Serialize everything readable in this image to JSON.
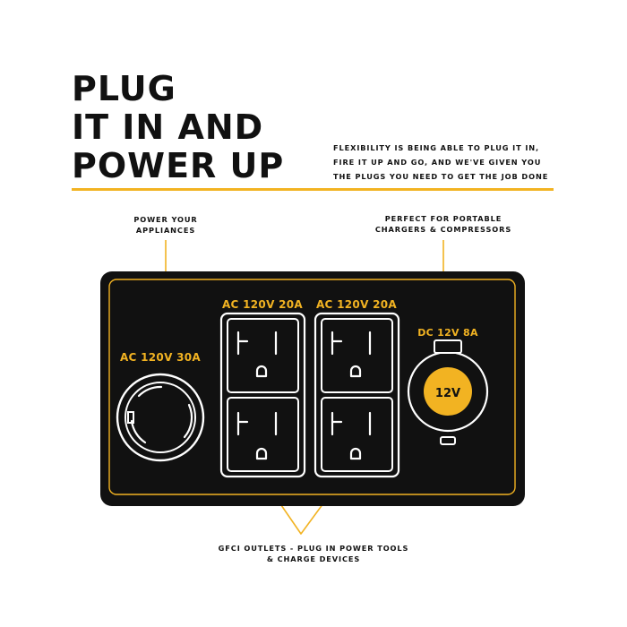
{
  "headline": {
    "lines": [
      "PLUG",
      "IT IN AND",
      "POWER UP"
    ]
  },
  "tagline": {
    "lines": [
      "FLEXIBILITY IS BEING ABLE TO PLUG IT IN,",
      "FIRE IT UP AND GO, AND WE'VE GIVEN YOU",
      "THE PLUGS YOU NEED TO GET THE JOB DONE"
    ]
  },
  "callouts": {
    "power": [
      "POWER YOUR",
      "APPLIANCES"
    ],
    "dc": [
      "PERFECT FOR PORTABLE",
      "CHARGERS & COMPRESSORS"
    ],
    "gfci": [
      "GFCI OUTLETS - PLUG IN POWER TOOLS",
      "& CHARGE DEVICES"
    ]
  },
  "panel": {
    "twistlock_label": "AC 120V 30A",
    "gfci_label_left": "AC 120V 20A",
    "gfci_label_right": "AC 120V 20A",
    "dc_label": "DC 12V  8A",
    "dc_socket_text": "12V"
  },
  "colors": {
    "accent": "#f2b322",
    "panel": "#111111",
    "ink": "#111111",
    "outlet": "#ffffff"
  }
}
